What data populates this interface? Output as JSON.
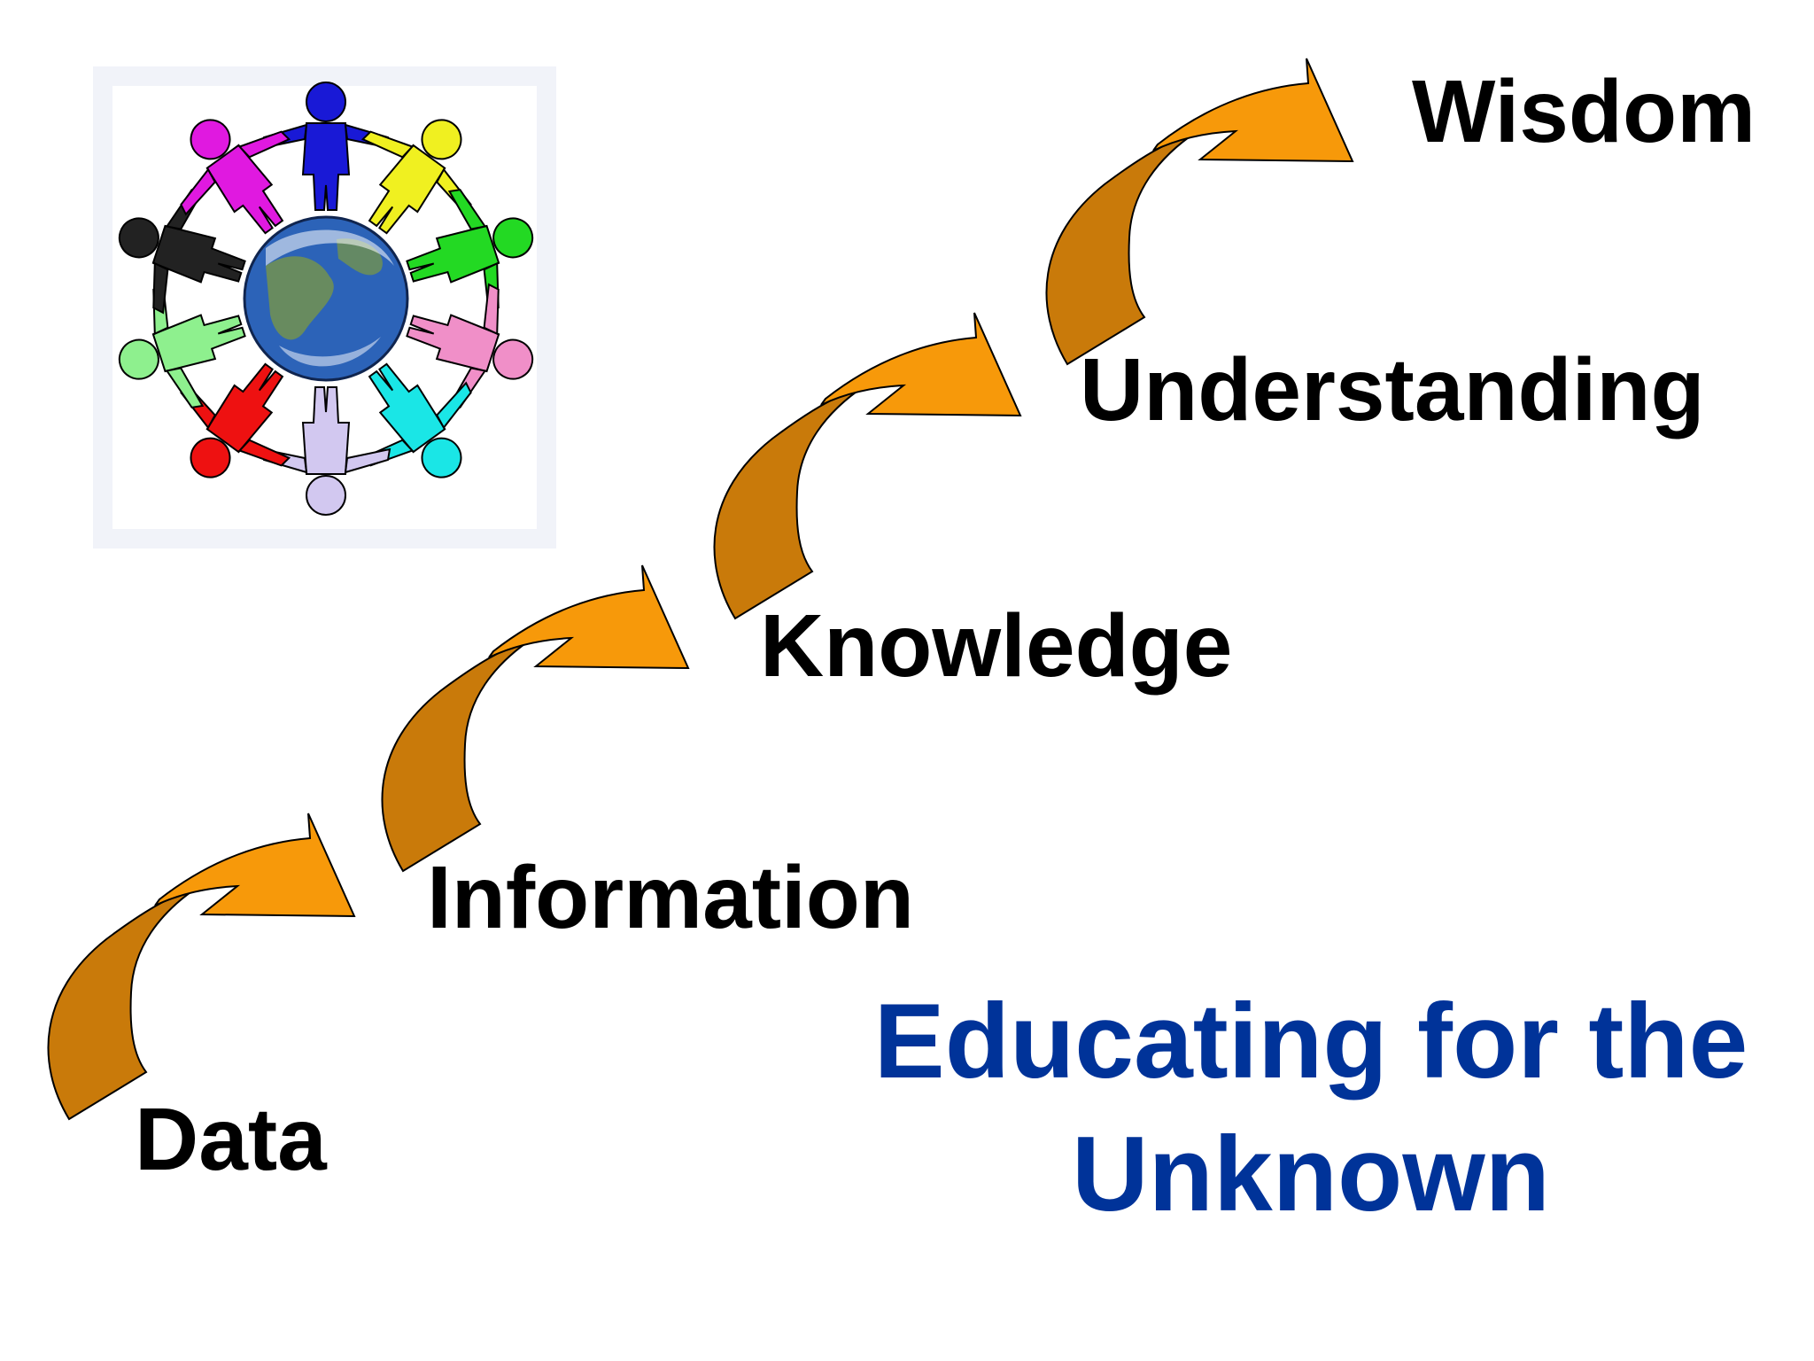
{
  "steps": [
    "Data",
    "Information",
    "Knowledge",
    "Understanding",
    "Wisdom"
  ],
  "title": {
    "line1": "Educating for the",
    "line2": "Unknown"
  },
  "colors": {
    "label_text": "#000000",
    "title_text": "#003399",
    "arrow_top": "#f7990a",
    "arrow_side": "#c97a0a",
    "arrow_outline": "#000000",
    "globe_ocean": "#2c63b8",
    "globe_land": "#6f8f55",
    "figure_colors": [
      "#1919d6",
      "#f0f020",
      "#23d923",
      "#f08fc8",
      "#1ae6e6",
      "#d2c8f0",
      "#ee1111",
      "#8ef08e",
      "#222222",
      "#e019e0"
    ]
  },
  "icons": {
    "logo": "people-circle-around-globe-icon",
    "arrow": "curved-arrow-icon"
  }
}
